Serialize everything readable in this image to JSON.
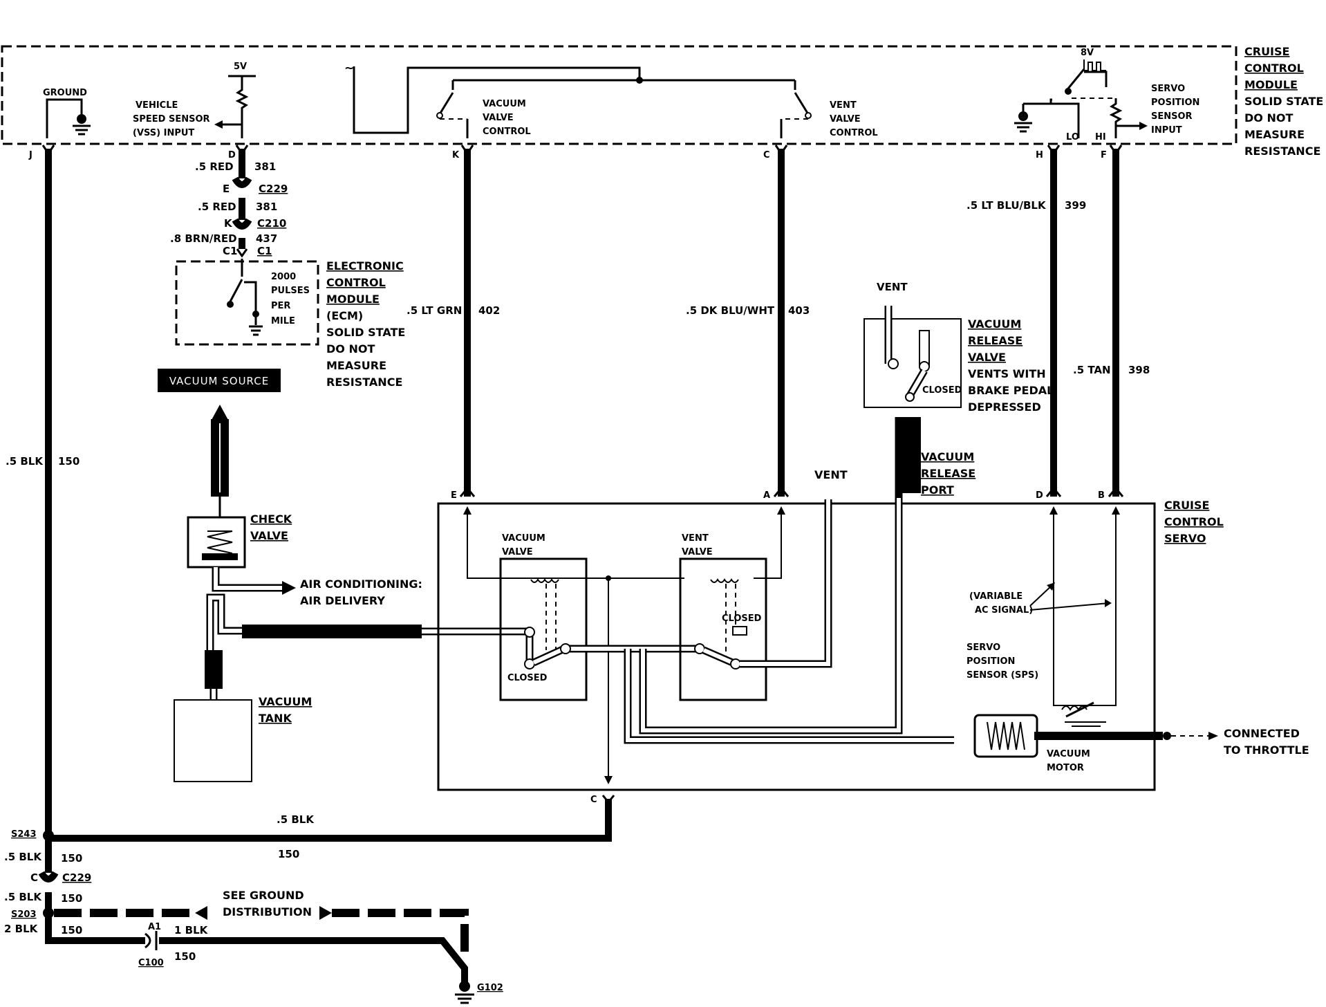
{
  "module": {
    "title_lines": [
      "CRUISE",
      "CONTROL",
      "MODULE"
    ],
    "note_lines": [
      "SOLID STATE",
      "DO NOT",
      "MEASURE",
      "RESISTANCE"
    ],
    "ground_label": "GROUND",
    "vss_lines": [
      "VEHICLE",
      "SPEED SENSOR",
      "(VSS) INPUT"
    ],
    "vss_voltage": "5V",
    "vacuum_valve_control_lines": [
      "VACUUM",
      "VALVE",
      "CONTROL"
    ],
    "vent_valve_control_lines": [
      "VENT",
      "VALVE",
      "CONTROL"
    ],
    "sps_voltage": "8V",
    "sps_lines": [
      "SERVO",
      "POSITION",
      "SENSOR",
      "INPUT"
    ],
    "lo_label": "LO",
    "hi_label": "HI"
  },
  "pins": {
    "j": "J",
    "d": "D",
    "k": "K",
    "c": "C",
    "h": "H",
    "f": "F",
    "servo_e": "E",
    "servo_a": "A",
    "servo_d": "D",
    "servo_b": "B",
    "servo_c": "C"
  },
  "wires": {
    "vss_1_color": ".5 RED",
    "vss_1_circuit": "381",
    "vss_2_color": ".5 RED",
    "vss_2_circuit": "381",
    "vss_3_color": ".8 BRN/RED",
    "vss_3_circuit": "437",
    "lt_grn_color": ".5 LT GRN",
    "lt_grn_circuit": "402",
    "dk_blu_color": ".5 DK BLU/WHT",
    "dk_blu_circuit": "403",
    "lt_blu_color": ".5 LT BLU/BLK",
    "lt_blu_circuit": "399",
    "tan_color": ".5 TAN",
    "tan_circuit": "398",
    "blk_main_color": ".5 BLK",
    "blk_main_circuit": "150",
    "servo_ground_color": ".5 BLK",
    "servo_ground_circuit": "150",
    "g1_color": ".5 BLK",
    "g1_circuit": "150",
    "g2_color": ".5 BLK",
    "g2_circuit": "150",
    "g3_color": "2 BLK",
    "g3_circuit": "150",
    "g4_color": "1 BLK",
    "g4_circuit": "150"
  },
  "connectors": {
    "c229": "C229",
    "e": "E",
    "c210": "C210",
    "k": "K",
    "c1": "C1",
    "c1_label": "C1",
    "c229_lower": "C229",
    "c_lower": "C",
    "a1": "A1",
    "c100": "C100"
  },
  "splices": {
    "s243": "S243",
    "s203": "S203",
    "g102": "G102"
  },
  "ecm": {
    "title_lines": [
      "ELECTRONIC",
      "CONTROL",
      "MODULE"
    ],
    "abbr": "(ECM)",
    "note_lines": [
      "SOLID STATE",
      "DO NOT",
      "MEASURE",
      "RESISTANCE"
    ],
    "pulses_lines": [
      "2000",
      "PULSES",
      "PER",
      "MILE"
    ]
  },
  "vacuum": {
    "source_label": "VACUUM SOURCE",
    "check_valve_lines": [
      "CHECK",
      "VALVE"
    ],
    "ac_lines": [
      "AIR CONDITIONING:",
      "AIR DELIVERY"
    ],
    "tank_lines": [
      "VACUUM",
      "TANK"
    ]
  },
  "release": {
    "vent": "VENT",
    "valve_lines": [
      "VACUUM",
      "RELEASE",
      "VALVE"
    ],
    "desc_lines": [
      "VENTS WITH",
      "BRAKE PEDAL",
      "DEPRESSED"
    ],
    "closed": "CLOSED",
    "port_lines": [
      "VACUUM",
      "RELEASE",
      "PORT"
    ]
  },
  "servo": {
    "title_lines": [
      "CRUISE",
      "CONTROL",
      "SERVO"
    ],
    "vent": "VENT",
    "vacuum_valve_lines": [
      "VACUUM",
      "VALVE"
    ],
    "vent_valve_lines": [
      "VENT",
      "VALVE"
    ],
    "closed_1": "CLOSED",
    "closed_2": "CLOSED",
    "ac_signal_lines": [
      "(VARIABLE",
      "AC SIGNAL)"
    ],
    "sps_lines": [
      "SERVO",
      "POSITION",
      "SENSOR (SPS)"
    ],
    "motor_lines": [
      "VACUUM",
      "MOTOR"
    ],
    "throttle_lines": [
      "CONNECTED",
      "TO THROTTLE"
    ]
  },
  "ground_dist_lines": [
    "SEE GROUND",
    "DISTRIBUTION"
  ]
}
